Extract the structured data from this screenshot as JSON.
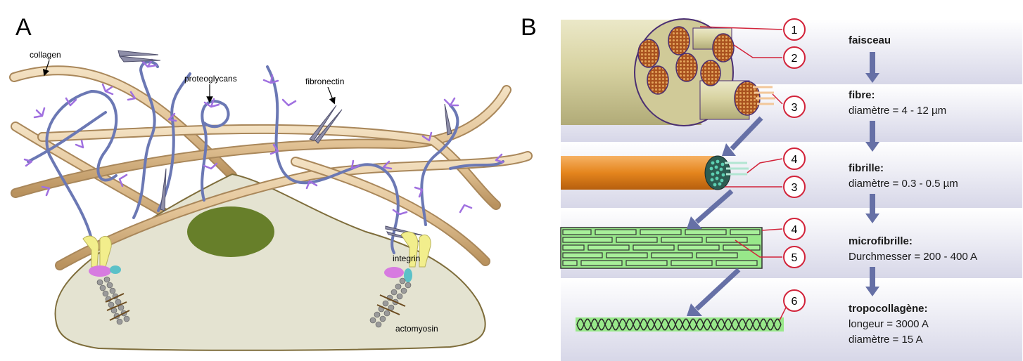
{
  "panel_a": {
    "letter": "A",
    "labels": {
      "collagen": "collagen",
      "proteoglycans": "proteoglycans",
      "fibronectin": "fibronectin",
      "integrin": "integrin",
      "actomyosin": "actomyosin"
    }
  },
  "panel_b": {
    "letter": "B",
    "callouts": [
      "1",
      "2",
      "3",
      "4",
      "3",
      "4",
      "5",
      "6"
    ],
    "levels": [
      {
        "title": "faisceau",
        "lines": []
      },
      {
        "title": "fibre:",
        "lines": [
          "diamètre = 4 - 12 µm"
        ]
      },
      {
        "title": "fibrille:",
        "lines": [
          "diamètre = 0.3 - 0.5 µm"
        ]
      },
      {
        "title": "microfibrille:",
        "lines": [
          "Durchmesser = 200 - 400 A"
        ]
      },
      {
        "title": "tropocollagène:",
        "lines": [
          "longeur = 3000 A",
          "diamètre = 15 A"
        ]
      }
    ]
  },
  "colors": {
    "collagen_fiber": "#e2c49b",
    "proteoglycan_core": "#6b78b4",
    "glycan_branch": "#a070e0",
    "cell_body": "#e4e3d1",
    "nucleus": "#677f2a",
    "integrin": "#f2ee8c",
    "bundle": "#d8d3a2",
    "fibril": "#e88a22",
    "microfibril": "#98e88a",
    "callout_ring": "#d2233a",
    "flow_arrow": "#6670a6"
  }
}
